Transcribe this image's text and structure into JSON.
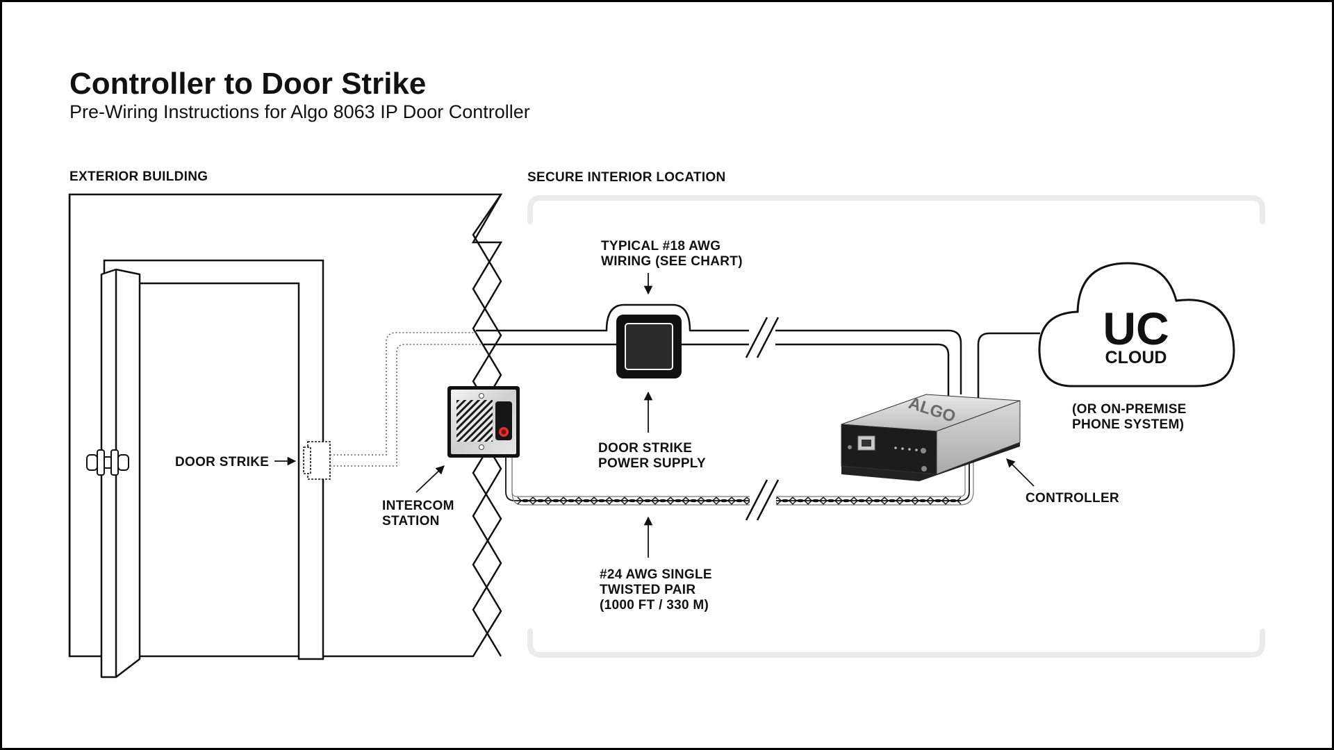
{
  "header": {
    "title": "Controller to Door Strike",
    "subtitle": "Pre-Wiring Instructions for Algo 8063 IP Door Controller"
  },
  "sections": {
    "exterior": "EXTERIOR BUILDING",
    "interior": "SECURE INTERIOR LOCATION"
  },
  "labels": {
    "door_strike": "DOOR STRIKE",
    "intercom_line1": "INTERCOM",
    "intercom_line2": "STATION",
    "wiring_line1": "TYPICAL #18 AWG",
    "wiring_line2": "WIRING (SEE CHART)",
    "power_line1": "DOOR STRIKE",
    "power_line2": "POWER SUPPLY",
    "twisted_line1": "#24 AWG SINGLE",
    "twisted_line2": "TWISTED PAIR",
    "twisted_line3": "(1000 FT / 330 M)",
    "controller": "CONTROLLER",
    "on_premise_line1": "(OR ON-PREMISE",
    "on_premise_line2": "PHONE SYSTEM)"
  },
  "cloud": {
    "line1": "UC",
    "line2": "CLOUD"
  },
  "device": {
    "brand": "ALGO"
  },
  "colors": {
    "ink": "#111111",
    "frame": "#000000",
    "interior_border": "#ebebeb",
    "intercom_button": "#e03030",
    "controller_body": "#c9c9c9"
  }
}
